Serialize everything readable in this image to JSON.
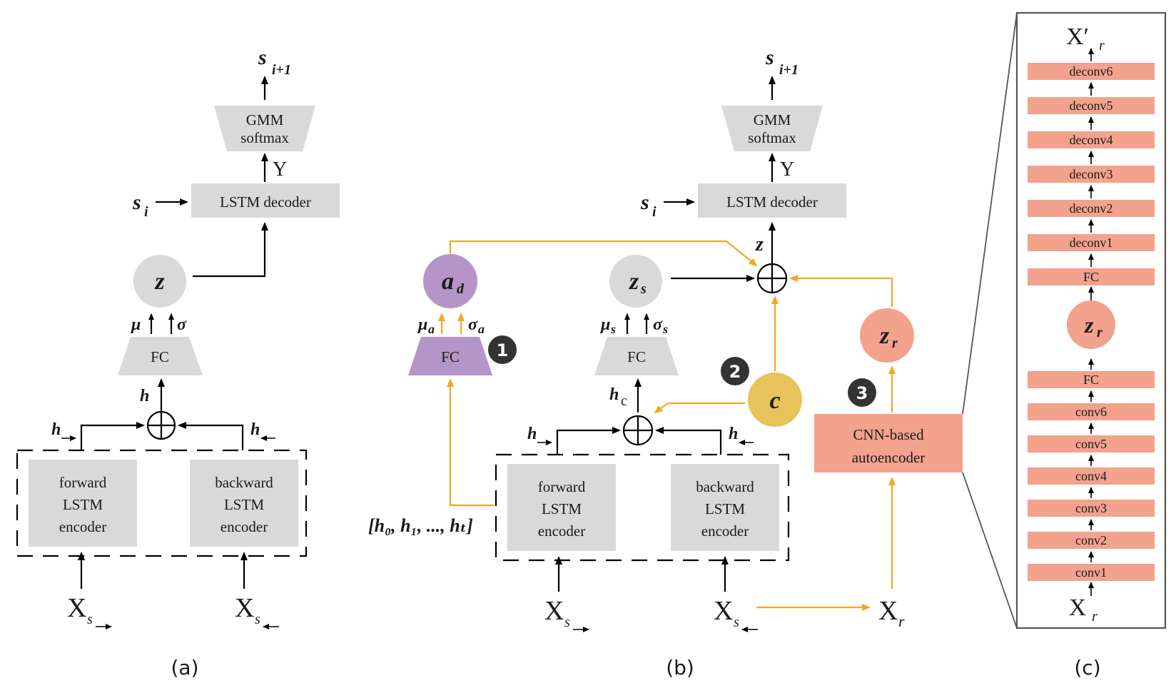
{
  "panel_a": {
    "caption": "(a)",
    "output_s": "s",
    "output_sub": "i+1",
    "gmm_line1": "GMM",
    "gmm_line2": "softmax",
    "y_label": "Y",
    "s_i": "s",
    "s_i_sub": "i",
    "lstm_decoder": "LSTM decoder",
    "z": "z",
    "mu": "μ",
    "sigma": "σ",
    "fc": "FC",
    "h": "h",
    "h_fwd": "h",
    "h_bwd": "h",
    "forward_enc": [
      "forward",
      "LSTM",
      "encoder"
    ],
    "backward_enc": [
      "backward",
      "LSTM",
      "encoder"
    ],
    "x_fwd": "X",
    "x_fwd_sub": "s",
    "x_bwd": "X",
    "x_bwd_sub": "s"
  },
  "panel_b": {
    "caption": "(b)",
    "output_s": "s",
    "output_sub": "i+1",
    "gmm_line1": "GMM",
    "gmm_line2": "softmax",
    "y_label": "Y",
    "s_i": "s",
    "s_i_sub": "i",
    "lstm_decoder": "LSTM decoder",
    "z": "z",
    "a_d": "a",
    "a_d_sub": "d",
    "mu_a": "μ",
    "mu_a_sub": "a",
    "sigma_a": "σ",
    "sigma_a_sub": "a",
    "fc_a": "FC",
    "badge1": "1",
    "z_s": "z",
    "z_s_sub": "s",
    "mu_s": "μ",
    "mu_s_sub": "s",
    "sigma_s": "σ",
    "sigma_s_sub": "s",
    "fc_s": "FC",
    "badge2": "2",
    "c": "c",
    "h_c": "h",
    "h_c_sub": "c",
    "z_r": "z",
    "z_r_sub": "r",
    "badge3": "3",
    "cnn_line1": "CNN-based",
    "cnn_line2": "autoencoder",
    "hidden_seq": "[h₀, h₁, ..., hₜ]",
    "h_fwd": "h",
    "h_bwd": "h",
    "forward_enc": [
      "forward",
      "LSTM",
      "encoder"
    ],
    "backward_enc": [
      "backward",
      "LSTM",
      "encoder"
    ],
    "x_fwd": "X",
    "x_fwd_sub": "s",
    "x_bwd": "X",
    "x_bwd_sub": "s",
    "x_r": "X",
    "x_r_sub": "r"
  },
  "panel_c": {
    "caption": "(c)",
    "output": "X′",
    "output_sub": "r",
    "layers_top": [
      "deconv6",
      "deconv5",
      "deconv4",
      "deconv3",
      "deconv2",
      "deconv1",
      "FC"
    ],
    "z_r": "z",
    "z_r_sub": "r",
    "layers_bottom": [
      "FC",
      "conv6",
      "conv5",
      "conv4",
      "conv3",
      "conv2",
      "conv1"
    ],
    "input": "X",
    "input_sub": "r"
  },
  "colors": {
    "gray_box": "#d9d9d9",
    "orange_arrow": "#f5a623",
    "purple": "#b595c8",
    "gold": "#e8c25a",
    "salmon": "#f2a28d",
    "badge": "#333333"
  }
}
